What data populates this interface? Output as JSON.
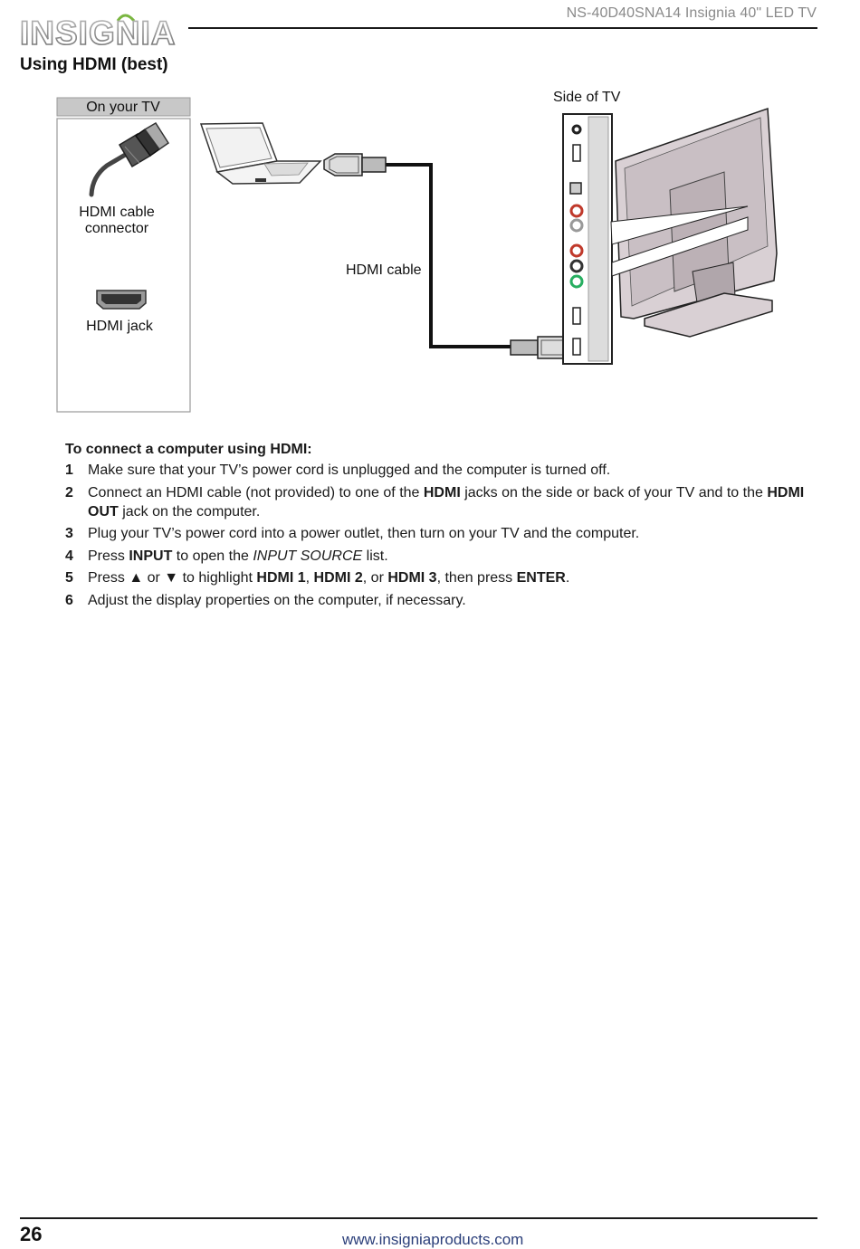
{
  "header": {
    "logo_text": "INSIGNIA",
    "title": "NS-40D40SNA14 Insignia 40\" LED TV"
  },
  "section_title": "Using HDMI (best)",
  "diagram": {
    "legend_header": "On your TV",
    "cable_connector_label_line1": "HDMI cable",
    "cable_connector_label_line2": "connector",
    "jack_label": "HDMI jack",
    "side_label": "Side of TV",
    "cable_label": "HDMI cable"
  },
  "instructions": {
    "heading": "To connect a computer using HDMI:",
    "steps": [
      {
        "num": "1",
        "text": "Make sure that your TV’s power cord is unplugged and the computer is turned off."
      },
      {
        "num": "2",
        "parts": [
          "Connect an HDMI cable (not provided) to one of the ",
          "HDMI",
          " jacks on the side or back of your TV and to the ",
          "HDMI OUT",
          " jack on the computer."
        ]
      },
      {
        "num": "3",
        "text": "Plug your TV’s power cord into a power outlet, then turn on your TV and the computer."
      },
      {
        "num": "4",
        "parts": [
          "Press ",
          "INPUT",
          " to open the ",
          "INPUT SOURCE",
          " list."
        ]
      },
      {
        "num": "5",
        "parts": [
          "Press ▲ or ▼ to highlight ",
          "HDMI 1",
          ", ",
          "HDMI 2",
          ", or ",
          "HDMI 3",
          ", then press ",
          "ENTER",
          "."
        ]
      },
      {
        "num": "6",
        "text": "Adjust the display properties on the computer, if necessary."
      }
    ]
  },
  "footer": {
    "page_number": "26",
    "url": "www.insigniaproducts.com"
  },
  "colors": {
    "header_text": "#8a8a8a",
    "url": "#2b3f7a",
    "legend_header_bg": "#c8c8c8",
    "logo_green": "#7ab640"
  }
}
